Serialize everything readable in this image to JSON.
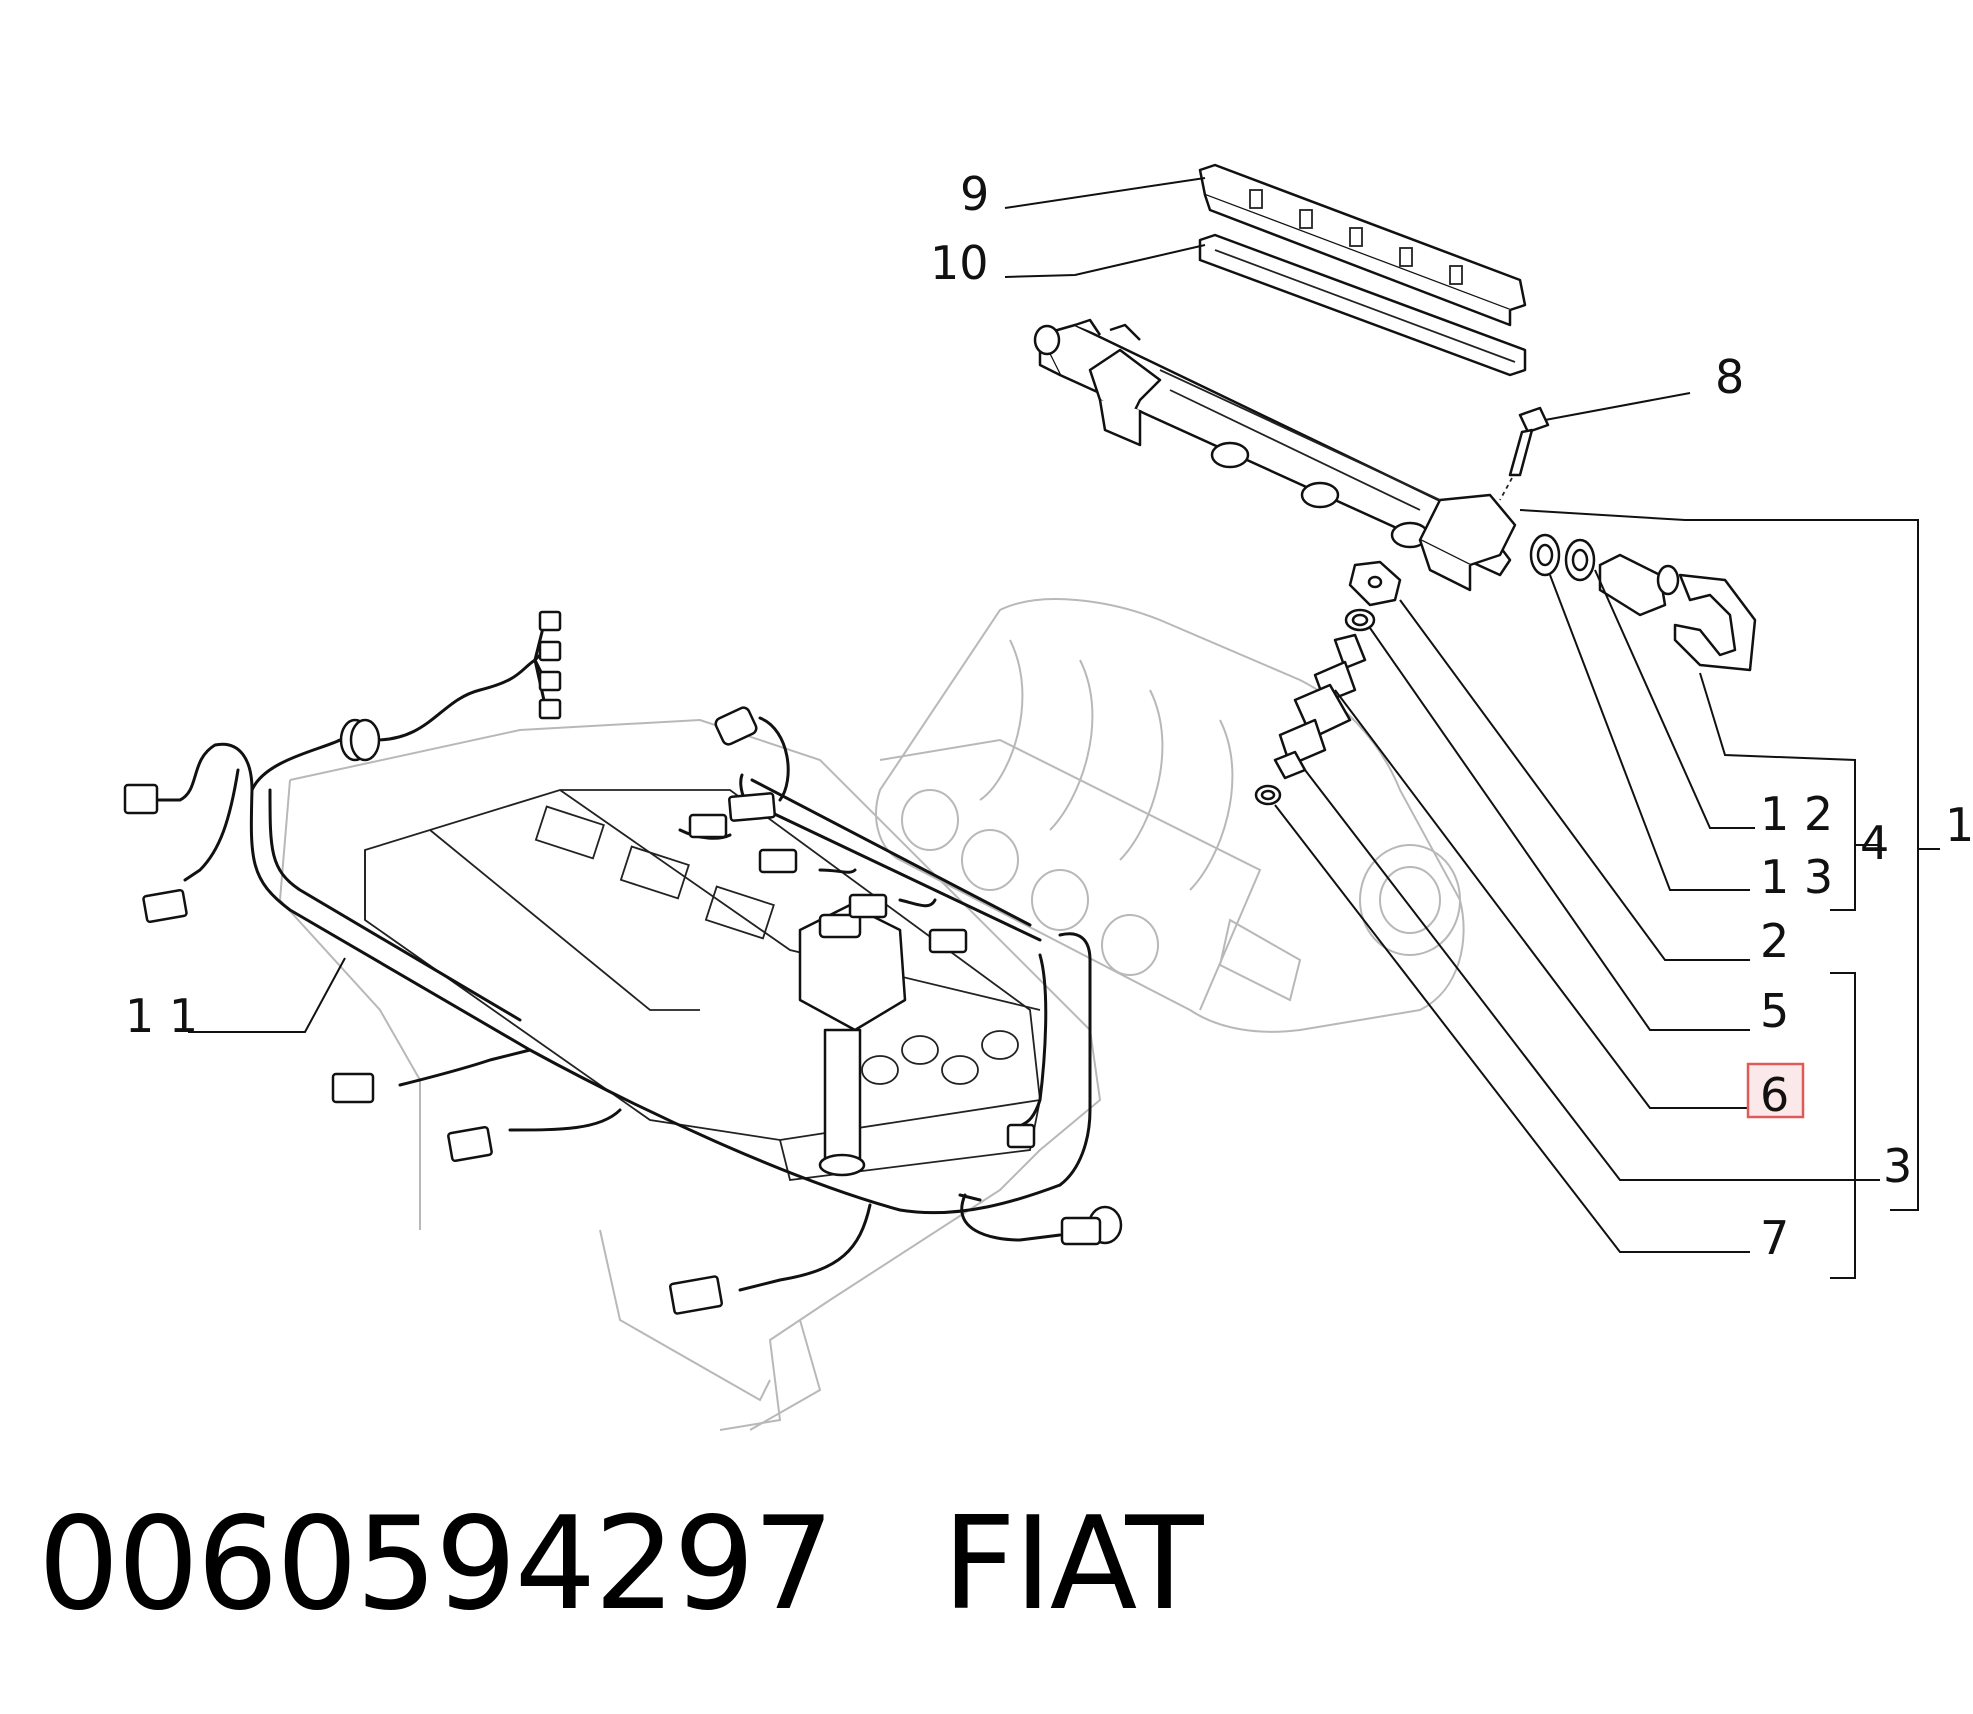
{
  "callouts": {
    "c1": "1",
    "c2": "2",
    "c3": "3",
    "c4": "4",
    "c5": "5",
    "c6": "6",
    "c7": "7",
    "c8": "8",
    "c9": "9",
    "c10": "10",
    "c11": "1 1",
    "c12": "1 2",
    "c13": "1 3"
  },
  "highlight": {
    "item": "6",
    "color": "#e05a5a",
    "fill": "#fbe9e9"
  },
  "caption": {
    "part_number": "0060594297",
    "brand": "FIAT"
  }
}
